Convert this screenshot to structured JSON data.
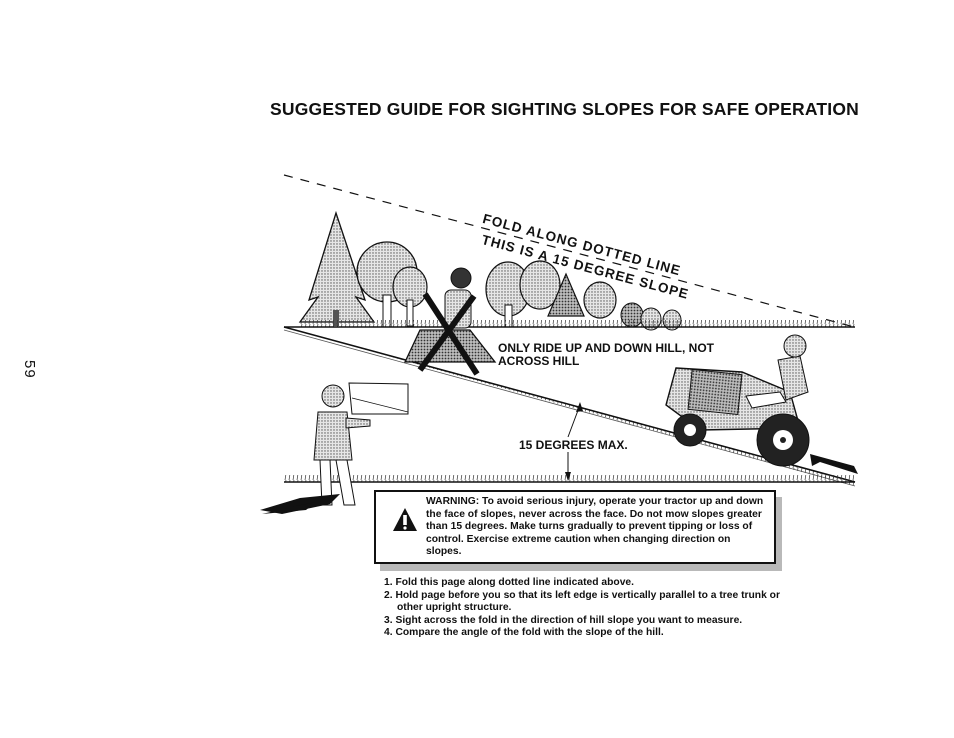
{
  "page": {
    "number": "59",
    "title": "SUGGESTED GUIDE FOR SIGHTING SLOPES FOR SAFE OPERATION"
  },
  "diagram": {
    "fold_label": "FOLD ALONG DOTTED LINE",
    "slope_label": "THIS IS A 15 DEGREE SLOPE",
    "ride_instruction": "ONLY RIDE UP AND DOWN HILL, NOT ACROSS HILL",
    "degrees_label": "15 DEGREES MAX."
  },
  "warning": {
    "text": "WARNING: To avoid serious injury, operate your tractor up and down the face of slopes, never across the face. Do not mow slopes greater than 15 degrees. Make turns gradually to prevent tipping or loss of control. Exercise extreme caution when changing direction on slopes."
  },
  "instructions": [
    "1. Fold this page along dotted line indicated above.",
    "2. Hold page before you so that its left edge is vertically parallel to a tree trunk or other upright structure.",
    "3. Sight across the fold in the direction of hill slope you want to measure.",
    "4. Compare the angle of the fold with the slope of the hill."
  ]
}
